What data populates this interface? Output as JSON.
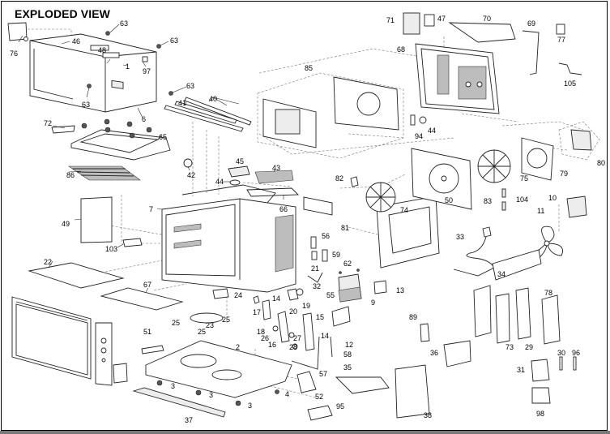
{
  "title": "EXPLODED VIEW",
  "colors": {
    "background": "#ffffff",
    "line": "#222222",
    "frame_border": "#000000",
    "bottom_bar": "#7a7a7a"
  },
  "labels": {
    "p1": "1",
    "p2": "2",
    "p3": "3",
    "p4": "4",
    "p6": "6",
    "p7": "7",
    "p9": "9",
    "p10": "10",
    "p11": "11",
    "p12": "12",
    "p13": "13",
    "p14": "14",
    "p15": "15",
    "p16": "16",
    "p17": "17",
    "p18": "18",
    "p19": "19",
    "p20": "20",
    "p21": "21",
    "p22": "22",
    "p23": "23",
    "p24": "24",
    "p25": "25",
    "p26": "26",
    "p27": "27",
    "p28": "28",
    "p29": "29",
    "p30": "30",
    "p31": "31",
    "p32": "32",
    "p33": "33",
    "p34": "34",
    "p35": "35",
    "p36": "36",
    "p37": "37",
    "p38": "38",
    "p40": "40",
    "p41": "41",
    "p42": "42",
    "p43": "43",
    "p44": "44",
    "p45": "45",
    "p46": "46",
    "p47": "47",
    "p48": "48",
    "p49": "49",
    "p50": "50",
    "p51": "51",
    "p52": "52",
    "p55": "55",
    "p56": "56",
    "p57": "57",
    "p58": "58",
    "p59": "59",
    "p62": "62",
    "p63": "63",
    "p65": "65",
    "p66": "66",
    "p67": "67",
    "p68": "68",
    "p69": "69",
    "p70": "70",
    "p71": "71",
    "p72": "72",
    "p73": "73",
    "p74": "74",
    "p75": "75",
    "p76": "76",
    "p77": "77",
    "p78": "78",
    "p79": "79",
    "p80": "80",
    "p81": "81",
    "p82": "82",
    "p83": "83",
    "p85": "85",
    "p86": "86",
    "p89": "89",
    "p94": "94",
    "p95": "95",
    "p96": "96",
    "p97": "97",
    "p98": "98",
    "p103": "103",
    "p104": "104",
    "p105": "105"
  }
}
